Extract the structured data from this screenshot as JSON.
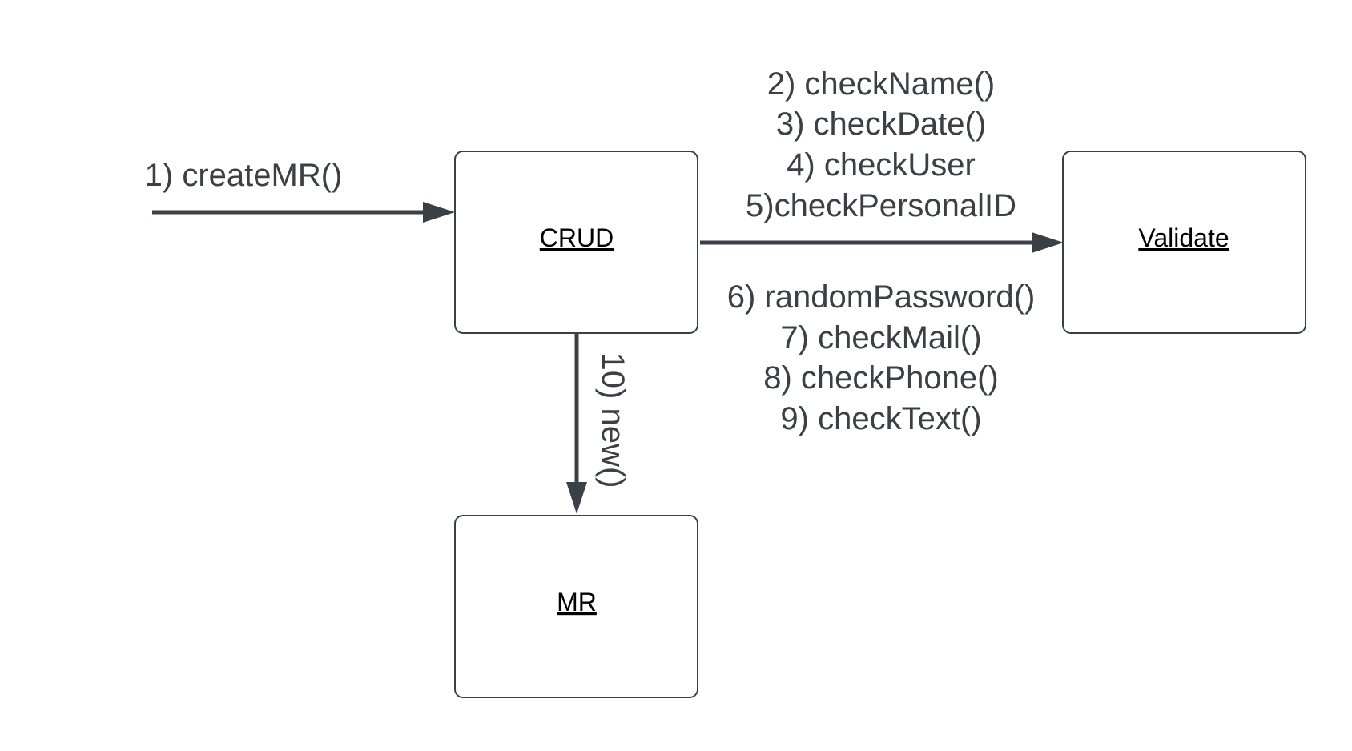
{
  "diagram": {
    "objects": {
      "crud": "CRUD",
      "validate": "Validate",
      "mr": "MR"
    },
    "messages": {
      "create": "1) createMR()",
      "validate_top": [
        "2) checkName()",
        "3) checkDate()",
        "4) checkUser",
        "5)checkPersonalID"
      ],
      "validate_bottom": [
        "6) randomPassword()",
        "7) checkMail()",
        "8) checkPhone()",
        "9) checkText()"
      ],
      "new": "10) new()"
    }
  },
  "colors": {
    "line": "#3b4047",
    "text": "#3b4047",
    "box_label": "#000000"
  }
}
